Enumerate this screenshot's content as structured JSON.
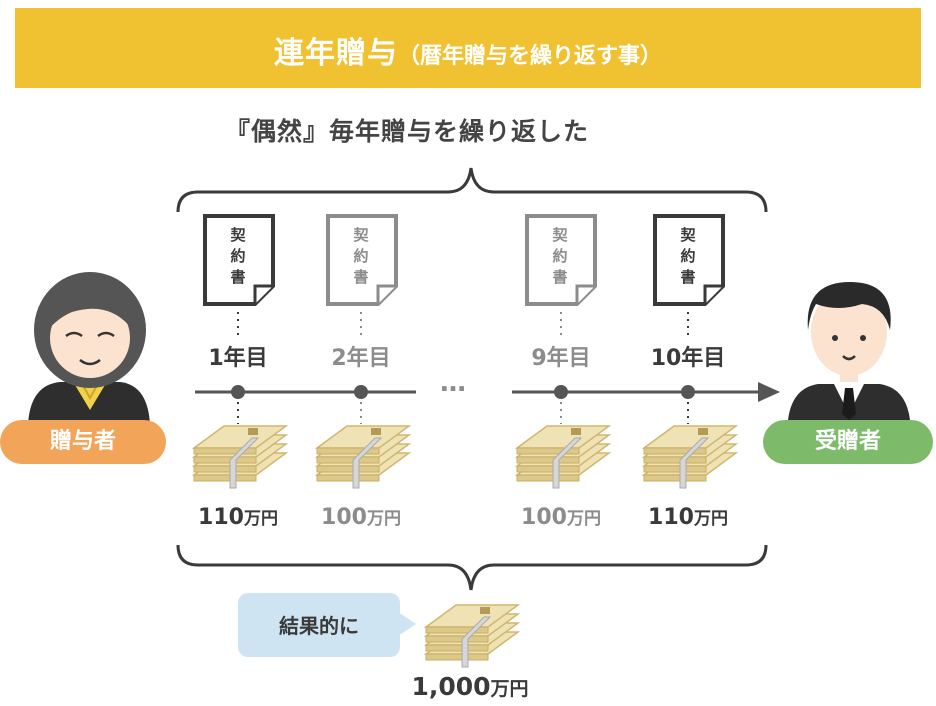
{
  "banner": {
    "title": "連年贈与",
    "subtitle": "（暦年贈与を繰り返す事）"
  },
  "subheading": "『偶然』毎年贈与を繰り返した",
  "contract_text": [
    "契",
    "約",
    "書"
  ],
  "years": [
    {
      "label": "1年目",
      "amount": "110",
      "tone": "dark"
    },
    {
      "label": "2年目",
      "amount": "100",
      "tone": "gray"
    },
    {
      "label": "9年目",
      "amount": "100",
      "tone": "gray"
    },
    {
      "label": "10年目",
      "amount": "110",
      "tone": "dark"
    }
  ],
  "unit": "万円",
  "ellipsis": "…",
  "giver": {
    "label": "贈与者"
  },
  "receiver": {
    "label": "受贈者"
  },
  "result": {
    "label": "結果的に",
    "total": "1,000",
    "unit": "万円"
  },
  "colors": {
    "banner": "#f0c232",
    "giver": "#f2a458",
    "receiver": "#7dbb6b",
    "bubble": "#cfe4f3",
    "dark": "#3a3a3a",
    "gray": "#8c8c8c"
  }
}
